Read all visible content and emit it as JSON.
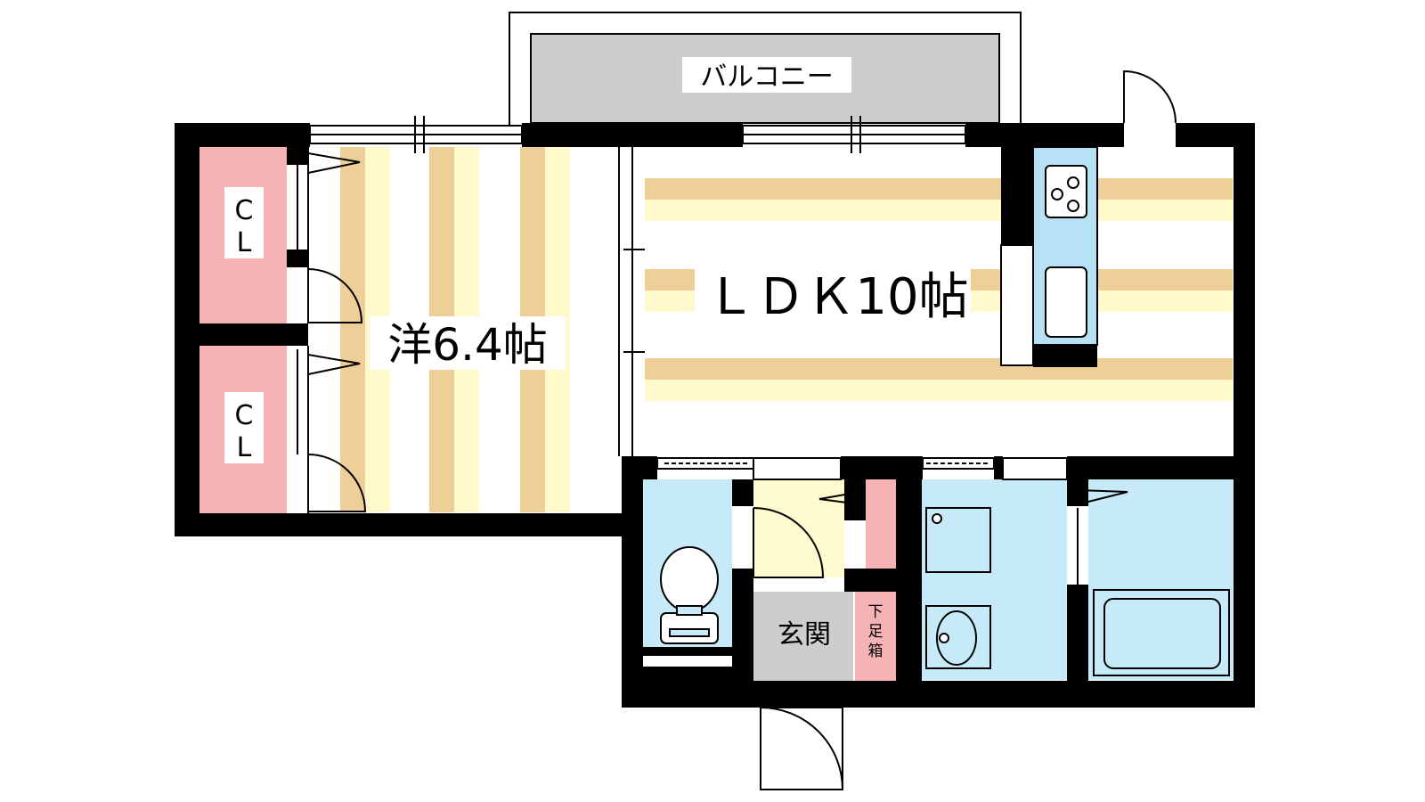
{
  "labels": {
    "balcony": "バルコニー",
    "western_room": "洋6.4帖",
    "ldk": "ＬＤＫ10帖",
    "closet_top": [
      "C",
      "L"
    ],
    "closet_bottom": [
      "C",
      "L"
    ],
    "entrance": "玄関",
    "shoe_box": [
      "下",
      "足",
      "箱"
    ]
  },
  "colors": {
    "wall": "#000000",
    "closet": "#f6b3b6",
    "floor_stripe_tan": "#efcf98",
    "floor_stripe_cream": "#fff9cc",
    "balcony": "#cdcdcd",
    "wet_area": "#c6eaf8",
    "kitchen_counter": "#b7e2f5",
    "hall": "#fffad0",
    "entrance_floor": "#cdcdcd"
  },
  "icons": {
    "stove": "stove-icon",
    "sink": "sink-icon",
    "toilet": "toilet-icon",
    "washbasin": "washbasin-icon",
    "bathtub": "bathtub-icon",
    "washer": "washer-icon"
  }
}
